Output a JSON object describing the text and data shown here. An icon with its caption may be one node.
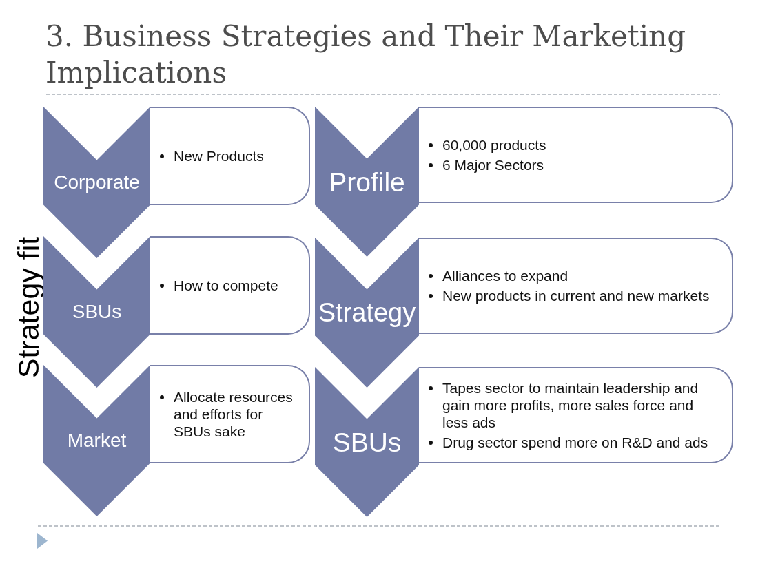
{
  "diagram": {
    "title": "3. Business Strategies and Their Marketing Implications",
    "nodes": [
      {
        "text": [
          "Corporate"
        ]
      },
      {
        "text": [
          "New Products"
        ]
      },
      {
        "text": [
          "SBUs"
        ]
      },
      {
        "text": [
          "How to compete"
        ]
      },
      {
        "text": [
          "Market"
        ]
      },
      {
        "text": [
          "Allocate resources and efforts for SBUs sake"
        ]
      },
      {
        "text": [
          "Profile"
        ]
      },
      {
        "text": [
          "60,000 products",
          "6 Major Sectors"
        ]
      },
      {
        "text": [
          "Strategy"
        ]
      },
      {
        "text": [
          "Alliances to expand",
          "New products in current and new markets"
        ]
      },
      {
        "text": [
          "SBUs"
        ]
      },
      {
        "text": [
          "Tapes sector to maintain leadership and gain more profits, more sales force and less ads",
          "Drug sector spend more on R&D and ads"
        ]
      }
    ],
    "labels": [
      "Strategy fit"
    ]
  }
}
